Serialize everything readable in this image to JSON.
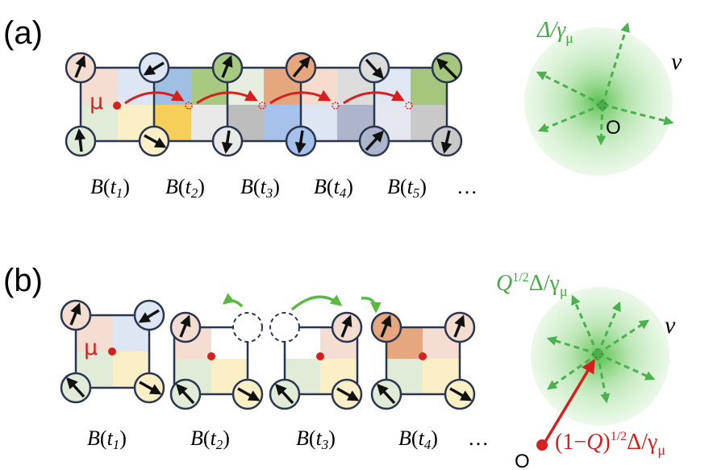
{
  "panels": {
    "a": {
      "label": "(a)"
    },
    "b": {
      "label": "(b)"
    }
  },
  "labels": {
    "B": "B",
    "mu": "μ",
    "ellipsis": "…",
    "nu": "ν",
    "origin": "O",
    "delta_over_gamma": "Δ/γ",
    "gamma_sub": "μ",
    "Q": "Q",
    "half": "1/2",
    "one_minus": "(1−",
    "close_paren": ")"
  },
  "panel_a_times": [
    {
      "sub": "1"
    },
    {
      "sub": "2"
    },
    {
      "sub": "3"
    },
    {
      "sub": "4"
    },
    {
      "sub": "5"
    }
  ],
  "panel_b_times": [
    {
      "sub": "1"
    },
    {
      "sub": "2"
    },
    {
      "sub": "3"
    },
    {
      "sub": "4"
    }
  ],
  "colors": {
    "muon": "#d62020",
    "hop_arrow": "#d62020",
    "green": "#4caf50",
    "frame": "#2a3550"
  }
}
